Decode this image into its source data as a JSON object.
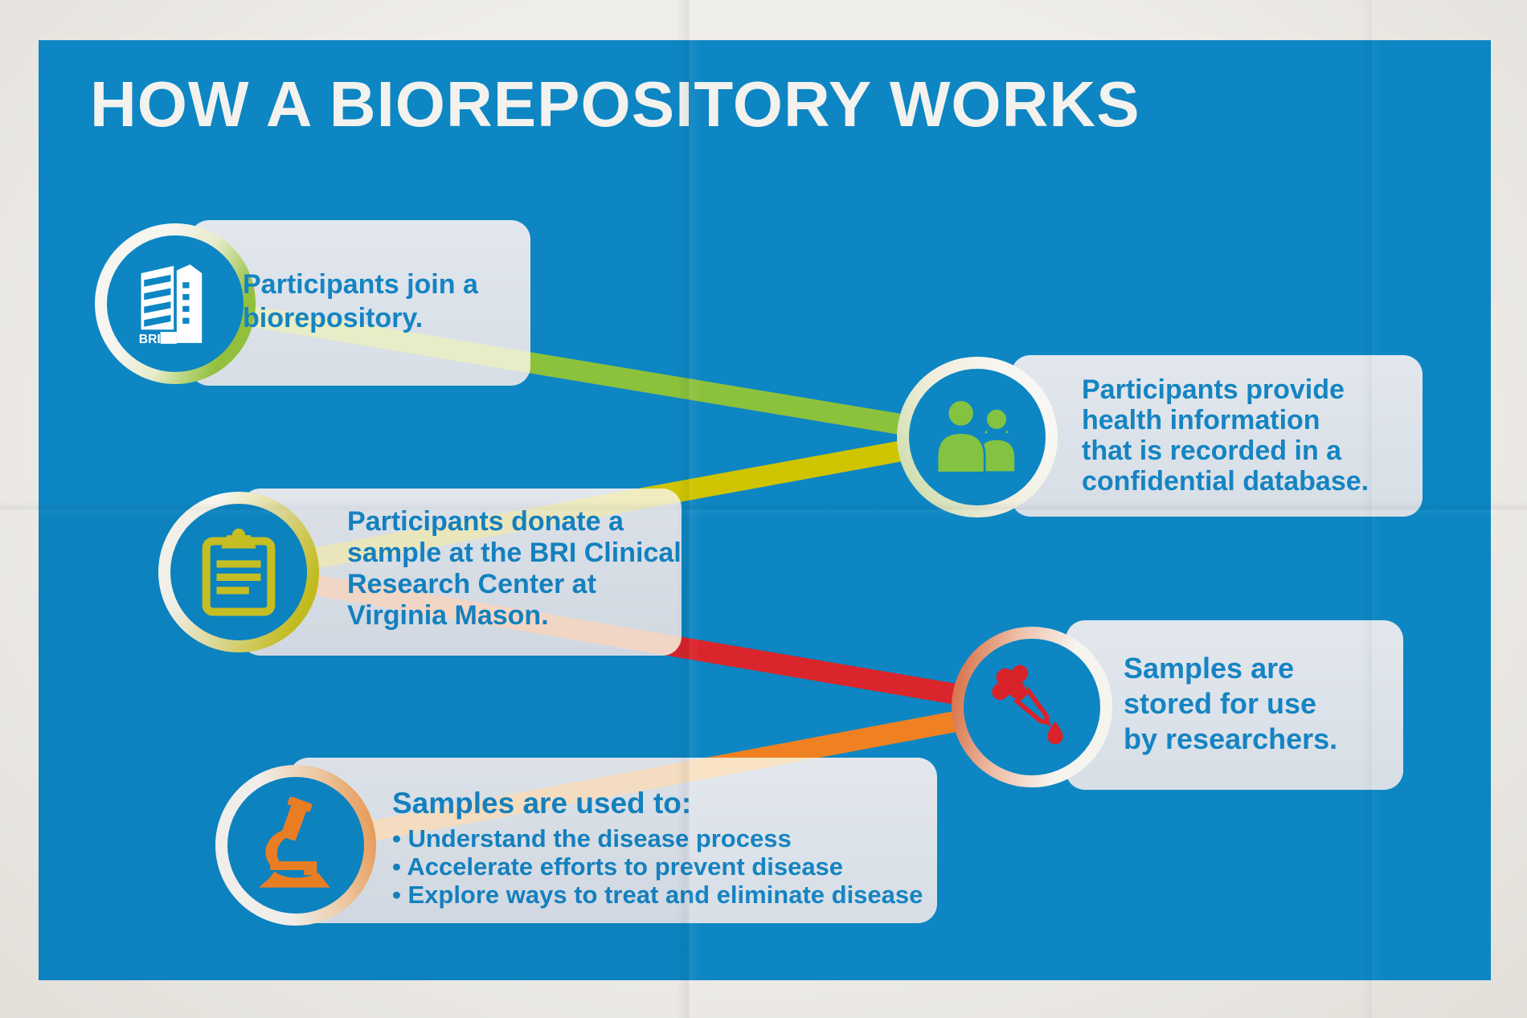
{
  "title": "HOW A BIOREPOSITORY WORKS",
  "colors": {
    "background_blue": "#0d86c3",
    "paper": "#ebe9e4",
    "box_gray": "#dde3ea",
    "text_blue": "#1584c2",
    "title_white": "#f3f2ee",
    "green": "#8cc13c",
    "yellow": "#cfc400",
    "red": "#d9252b",
    "orange": "#f08122"
  },
  "building_label": "BRI",
  "steps": [
    {
      "name": "join-biorepository",
      "icon": "building-icon",
      "accent": "#8cc13c",
      "lines": [
        "Participants join a",
        "biorepository."
      ]
    },
    {
      "name": "provide-health-information",
      "icon": "people-icon",
      "accent": "#8cc13c",
      "lines": [
        "Participants provide",
        "health information",
        "that is recorded in a",
        "confidential database."
      ]
    },
    {
      "name": "donate-sample",
      "icon": "clipboard-icon",
      "accent": "#cfc400",
      "lines": [
        "Participants donate a",
        "sample at the BRI Clinical",
        "Research Center at",
        "Virginia Mason."
      ]
    },
    {
      "name": "samples-stored",
      "icon": "dropper-icon",
      "accent": "#d9252b",
      "lines": [
        "Samples are",
        "stored for use",
        "by researchers."
      ]
    },
    {
      "name": "samples-used",
      "icon": "microscope-icon",
      "accent": "#f08122",
      "heading": "Samples are used to:",
      "bullets": [
        "• Understand the disease process",
        "• Accelerate efforts to prevent disease",
        "• Explore ways to treat and eliminate disease"
      ]
    }
  ]
}
